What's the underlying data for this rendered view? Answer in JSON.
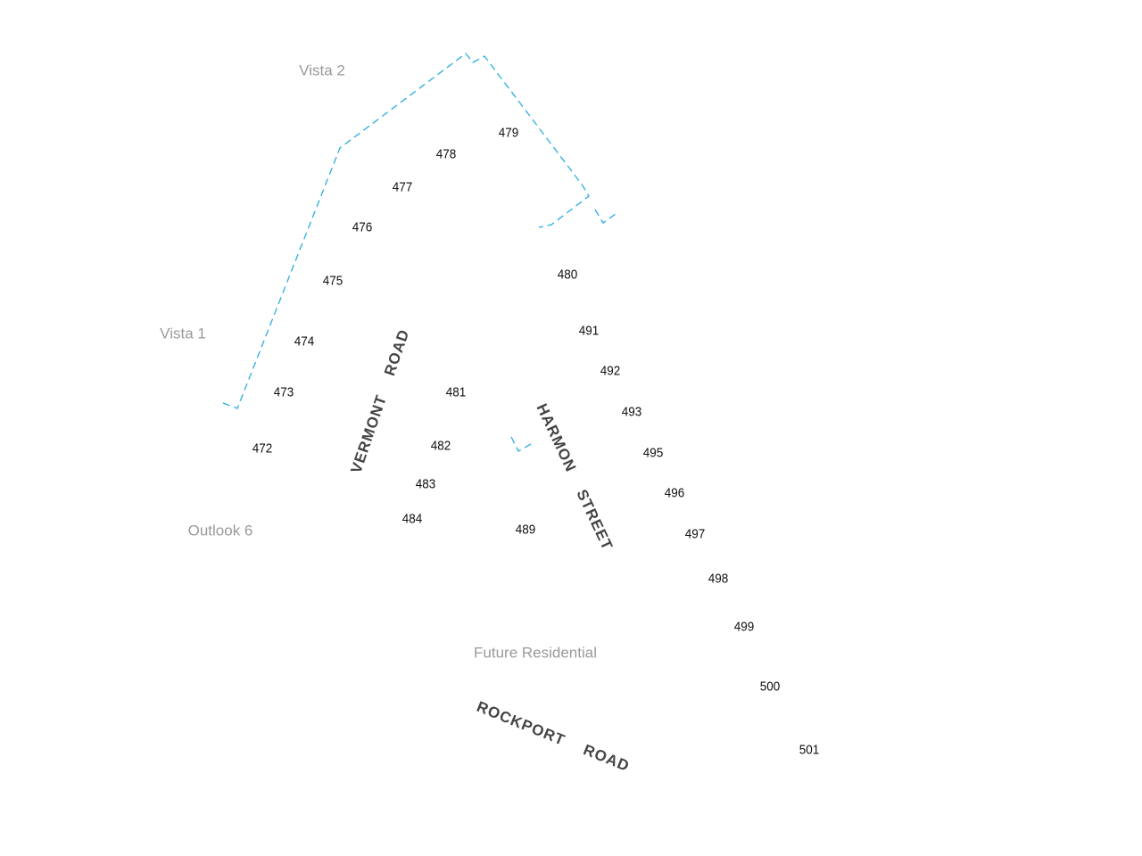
{
  "colors": {
    "boundary": "#29aee0",
    "lot_text": "#111111",
    "area_text": "#9a9a9a",
    "street_text": "#444444"
  },
  "areas": {
    "vista2": "Vista 2",
    "vista1": "Vista 1",
    "outlook6": "Outlook 6",
    "future": "Future Residential"
  },
  "streets": {
    "vermont": "VERMONT ROAD",
    "harmon": "HARMON STREET",
    "rockport": "ROCKPORT ROAD"
  },
  "lots": {
    "l472": "472",
    "l473": "473",
    "l474": "474",
    "l475": "475",
    "l476": "476",
    "l477": "477",
    "l478": "478",
    "l479": "479",
    "l480": "480",
    "l481": "481",
    "l482": "482",
    "l483": "483",
    "l484": "484",
    "l489": "489",
    "l491": "491",
    "l492": "492",
    "l493": "493",
    "l495": "495",
    "l496": "496",
    "l497": "497",
    "l498": "498",
    "l499": "499",
    "l500": "500",
    "l501": "501"
  }
}
